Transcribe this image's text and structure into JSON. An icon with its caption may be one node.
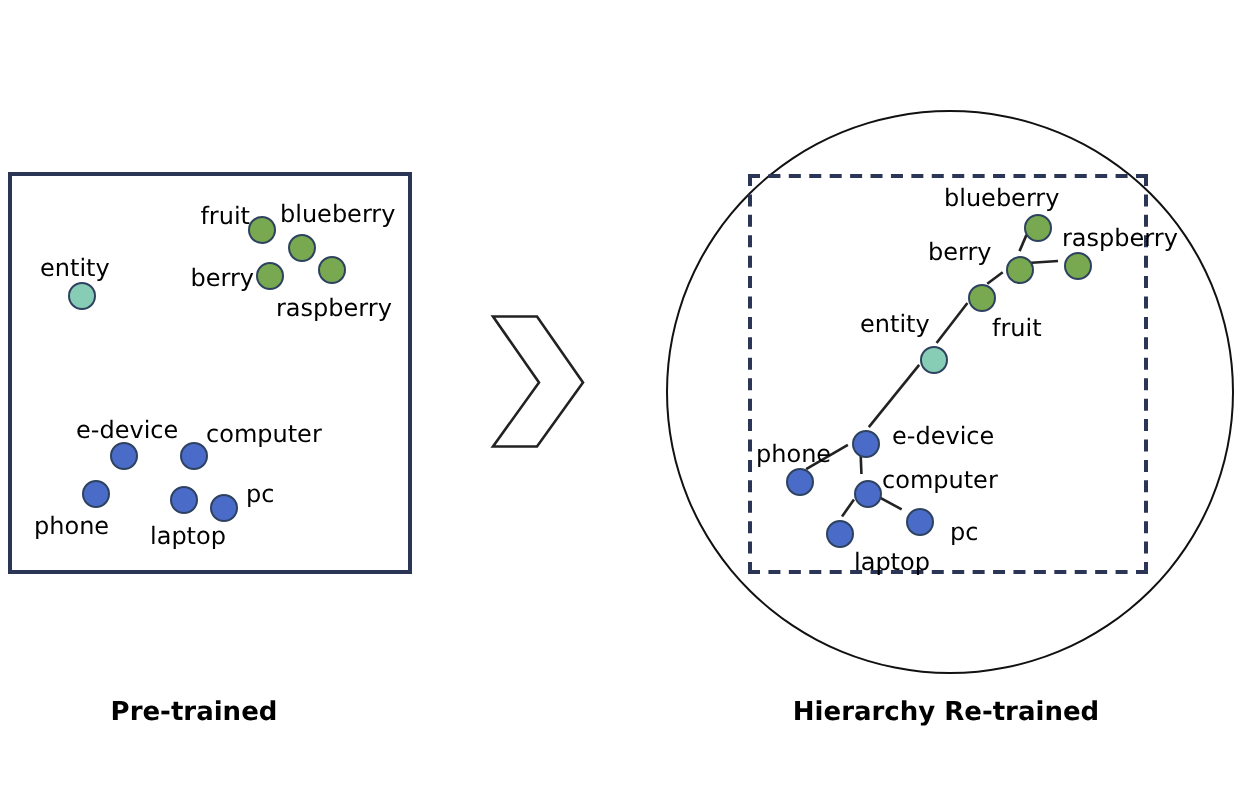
{
  "diagram": {
    "nodes": [
      {
        "text": [],
        "shape": "box"
      },
      {
        "text": [],
        "shape": "circle",
        "in": 0,
        "beside": [
          "fruit"
        ]
      },
      {
        "text": [],
        "shape": "circle",
        "in": 0,
        "beside": [
          "blueberry"
        ]
      },
      {
        "text": [],
        "shape": "circle",
        "in": 0,
        "beside": [
          "berry"
        ]
      },
      {
        "text": [],
        "shape": "circle",
        "in": 0,
        "beside": [
          "raspberry"
        ]
      },
      {
        "text": [],
        "shape": "circle",
        "in": 0,
        "beside": [
          "entity"
        ]
      },
      {
        "text": [],
        "shape": "circle",
        "in": 0,
        "beside": [
          "e-device"
        ]
      },
      {
        "text": [],
        "shape": "circle",
        "in": 0,
        "beside": [
          "computer"
        ]
      },
      {
        "text": [],
        "shape": "circle",
        "in": 0,
        "beside": [
          "phone"
        ]
      },
      {
        "text": [],
        "shape": "circle",
        "in": 0,
        "beside": [
          "laptop"
        ]
      },
      {
        "text": [],
        "shape": "circle",
        "in": 0,
        "beside": [
          "pc"
        ]
      },
      {
        "text": [],
        "shape": "circle"
      },
      {
        "text": [],
        "shape": "box",
        "in": 11
      },
      {
        "text": [],
        "shape": "circle",
        "in": 12,
        "beside": [
          "blueberry"
        ]
      },
      {
        "text": [],
        "shape": "circle",
        "in": 12,
        "beside": [
          "raspberry"
        ]
      },
      {
        "text": [],
        "shape": "circle",
        "in": 12,
        "beside": [
          "berry"
        ]
      },
      {
        "text": [],
        "shape": "circle",
        "in": 12,
        "beside": [
          "entity"
        ]
      },
      {
        "text": [],
        "shape": "circle",
        "in": 12,
        "beside": [
          "fruit"
        ]
      },
      {
        "text": [],
        "shape": "circle",
        "in": 12,
        "beside": [
          "e-device"
        ]
      },
      {
        "text": [],
        "shape": "circle",
        "in": 12,
        "beside": [
          "phone"
        ]
      },
      {
        "text": [],
        "shape": "circle",
        "in": 12,
        "beside": [
          "computer"
        ]
      },
      {
        "text": [],
        "shape": "circle",
        "in": 12,
        "beside": [
          "pc"
        ]
      },
      {
        "text": [],
        "shape": "circle",
        "in": 12,
        "beside": [
          "laptop"
        ]
      }
    ],
    "edges": [
      {
        "from": 0,
        "to": 11,
        "arrow": "to"
      },
      {
        "from": 16,
        "to": 17,
        "arrow": "none"
      },
      {
        "from": 17,
        "to": 15,
        "arrow": "none"
      },
      {
        "from": 15,
        "to": 13,
        "arrow": "none"
      },
      {
        "from": 15,
        "to": 14,
        "arrow": "none"
      },
      {
        "from": 16,
        "to": 18,
        "arrow": "none"
      },
      {
        "from": 18,
        "to": 19,
        "arrow": "none"
      },
      {
        "from": 18,
        "to": 20,
        "arrow": "none"
      },
      {
        "from": 20,
        "to": 22,
        "arrow": "none"
      },
      {
        "from": 20,
        "to": 21,
        "arrow": "none"
      }
    ],
    "labels": [
      "Pre-trained",
      "Hierarchy Re-trained"
    ]
  }
}
